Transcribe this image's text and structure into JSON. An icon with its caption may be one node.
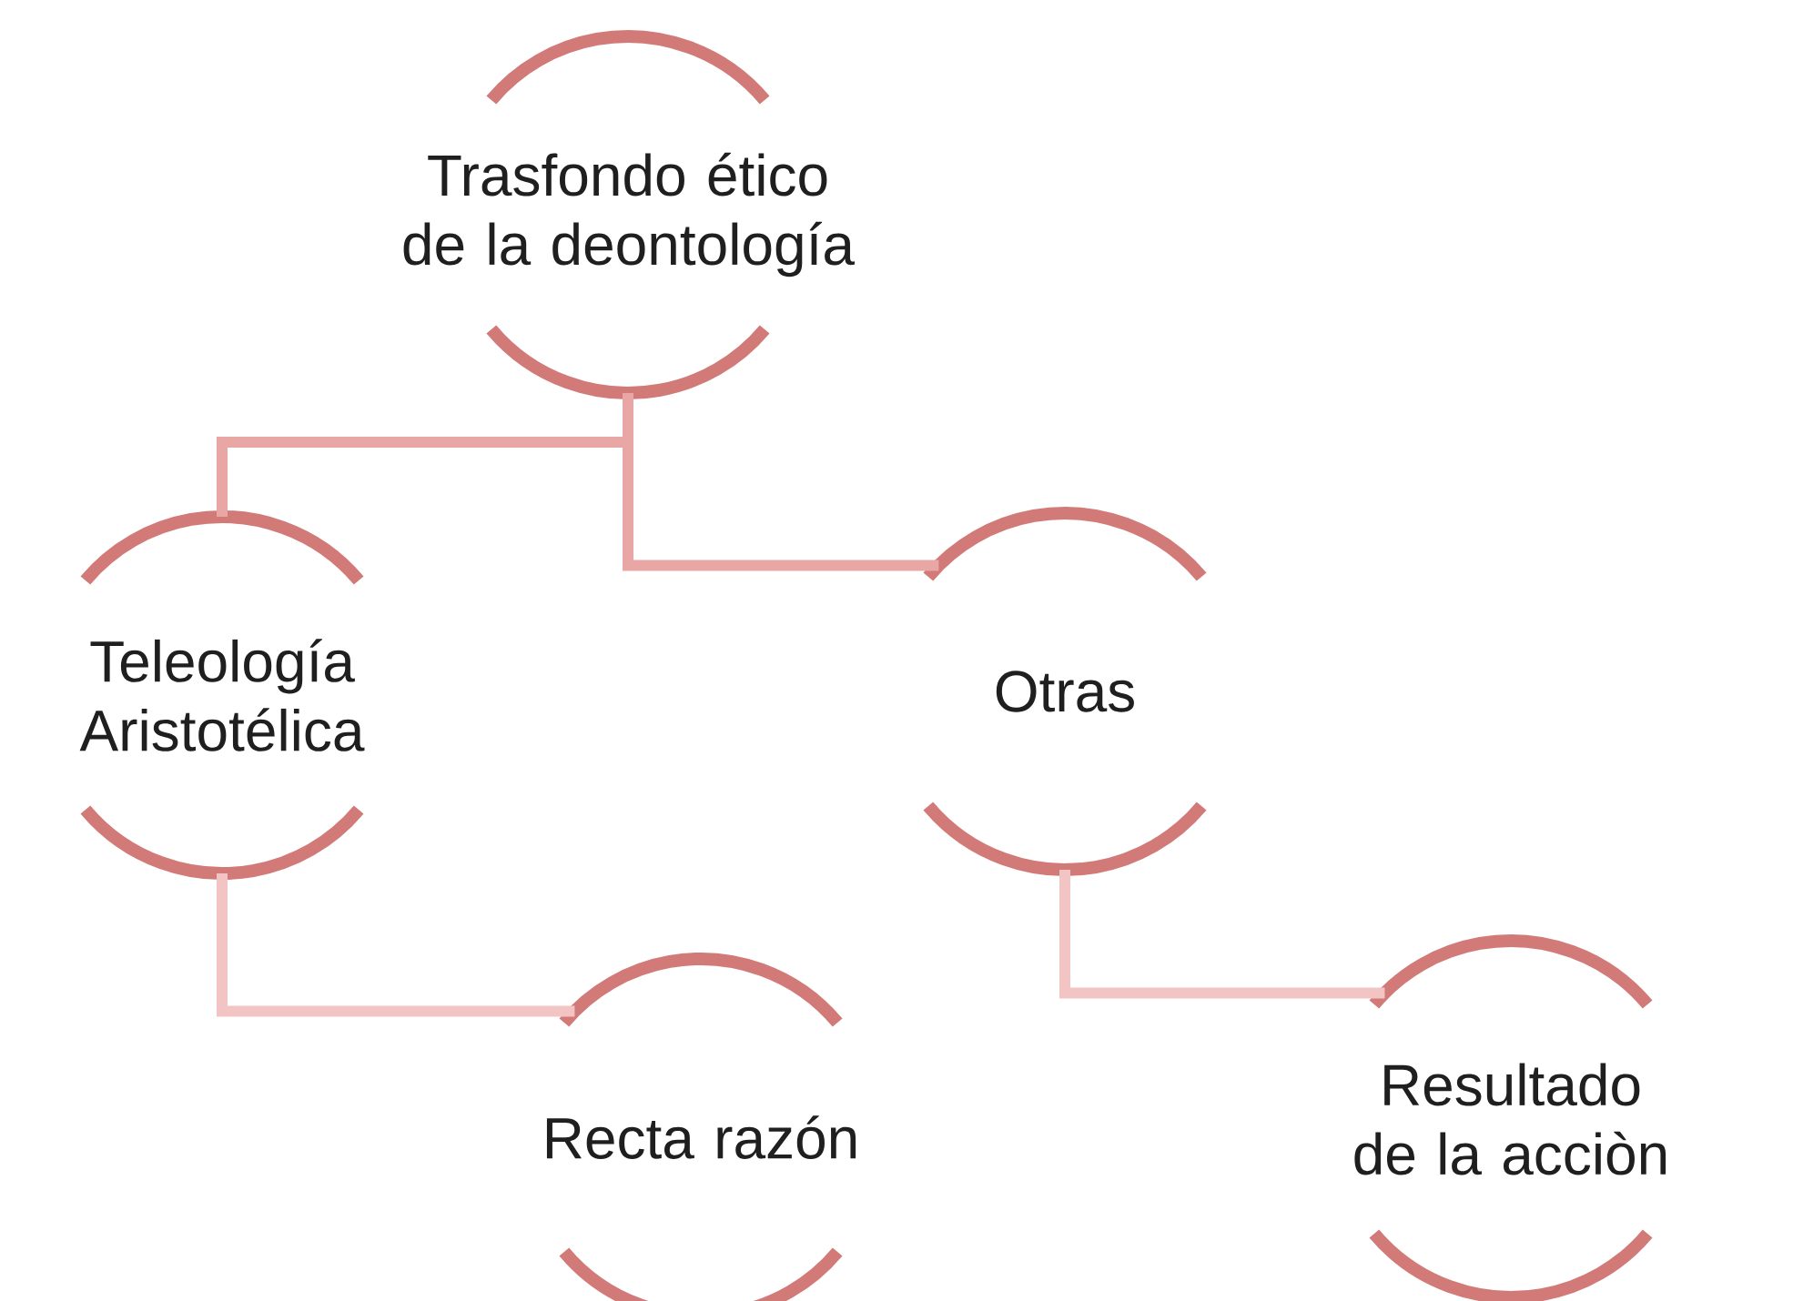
{
  "diagram": {
    "nodes": [
      {
        "text": [
          "Trasfondo ético de la deontología"
        ]
      },
      {
        "text": [
          "Teleología Aristotélica"
        ]
      },
      {
        "text": [
          "Otras"
        ]
      },
      {
        "text": [
          "Recta razón"
        ]
      },
      {
        "text": [
          "Resultado de la acciòn"
        ]
      }
    ],
    "edges": [
      {
        "from": 0,
        "to": 1,
        "arrow": "none"
      },
      {
        "from": 0,
        "to": 2,
        "arrow": "none"
      },
      {
        "from": 1,
        "to": 3,
        "arrow": "none",
        "color": "#f2c4c4"
      },
      {
        "from": 2,
        "to": 4,
        "arrow": "none",
        "color": "#f2c4c4"
      }
    ]
  }
}
